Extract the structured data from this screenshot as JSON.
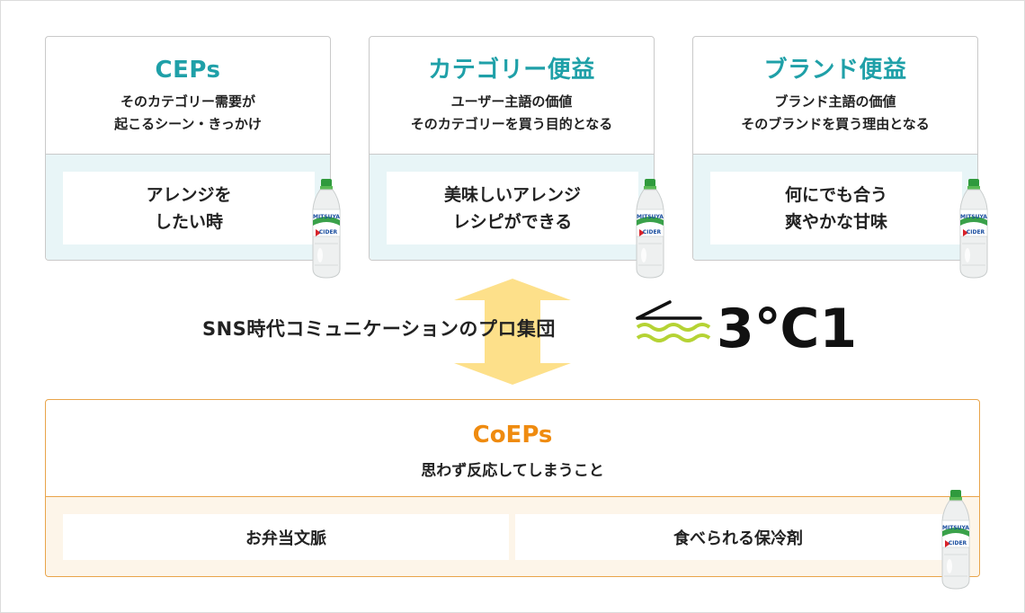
{
  "cards": [
    {
      "title": "CEPs",
      "sub1": "そのカテゴリー需要が",
      "sub2": "起こるシーン・きっかけ",
      "body1": "アレンジを",
      "body2": "したい時"
    },
    {
      "title": "カテゴリー便益",
      "sub1": "ユーザー主語の価値",
      "sub2": "そのカテゴリーを買う目的となる",
      "body1": "美味しいアレンジ",
      "body2": "レシピができる"
    },
    {
      "title": "ブランド便益",
      "sub1": "ブランド主語の価値",
      "sub2": "そのブランドを買う理由となる",
      "body1": "何にでも合う",
      "body2": "爽やかな甘味"
    }
  ],
  "middle": {
    "text": "SNS時代コミュニケーションのプロ集団",
    "logo_text": "3℃1"
  },
  "coeps": {
    "title": "CoEPs",
    "sub": "思わず反応してしまうこと",
    "items": [
      "お弁当文脈",
      "食べられる保冷剤"
    ]
  },
  "bottle": {
    "label_line1": "MITSUYA",
    "label_line2": "CIDER"
  },
  "colors": {
    "teal": "#1fa0a8",
    "teal_bg": "#e8f5f7",
    "orange": "#ef8b10",
    "orange_bg": "#fdf5e9",
    "arrow": "#fde08a",
    "logo_green": "#b5d334"
  }
}
